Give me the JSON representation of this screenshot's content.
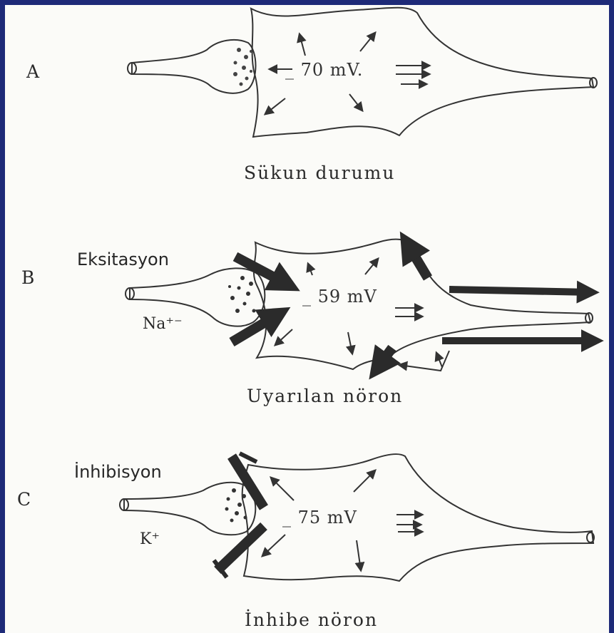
{
  "panels": [
    {
      "letter": "A",
      "potential": "_ 70 mV.",
      "caption": "Sükun durumu"
    },
    {
      "letter": "B",
      "input_label": "Eksitasyon",
      "ion": "Na⁺⁻",
      "potential": "_ 59 mV",
      "caption": "Uyarılan nöron"
    },
    {
      "letter": "C",
      "input_label": "İnhibisyon",
      "ion": "K⁺",
      "potential": "_ 75 mV",
      "caption": "İnhibe nöron"
    }
  ],
  "colors": {
    "border": "#1e2a78",
    "paper": "#fbfbf8",
    "ink": "#2a2a2a"
  }
}
